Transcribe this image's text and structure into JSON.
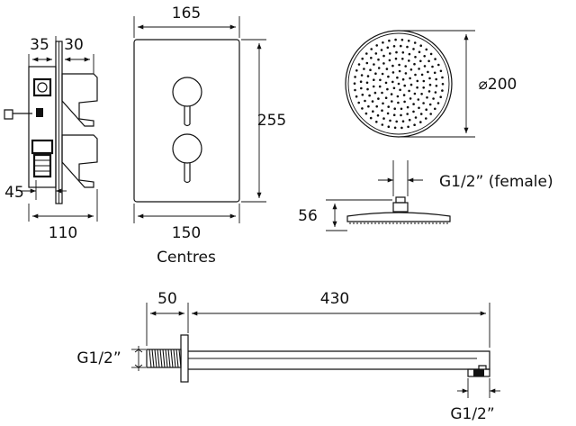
{
  "dimensions": {
    "valve_side_depth_a": "35",
    "valve_side_depth_b": "30",
    "valve_side_offset": "45",
    "valve_side_total": "110",
    "plate_width": "165",
    "plate_height": "255",
    "handle_centres": "150",
    "centres_label": "Centres",
    "head_diameter": "⌀200",
    "head_connection": "G1/2” (female)",
    "head_height": "56",
    "arm_wall_depth": "50",
    "arm_length": "430",
    "arm_inlet_thread": "G1/2”",
    "arm_outlet_thread": "G1/2”"
  }
}
